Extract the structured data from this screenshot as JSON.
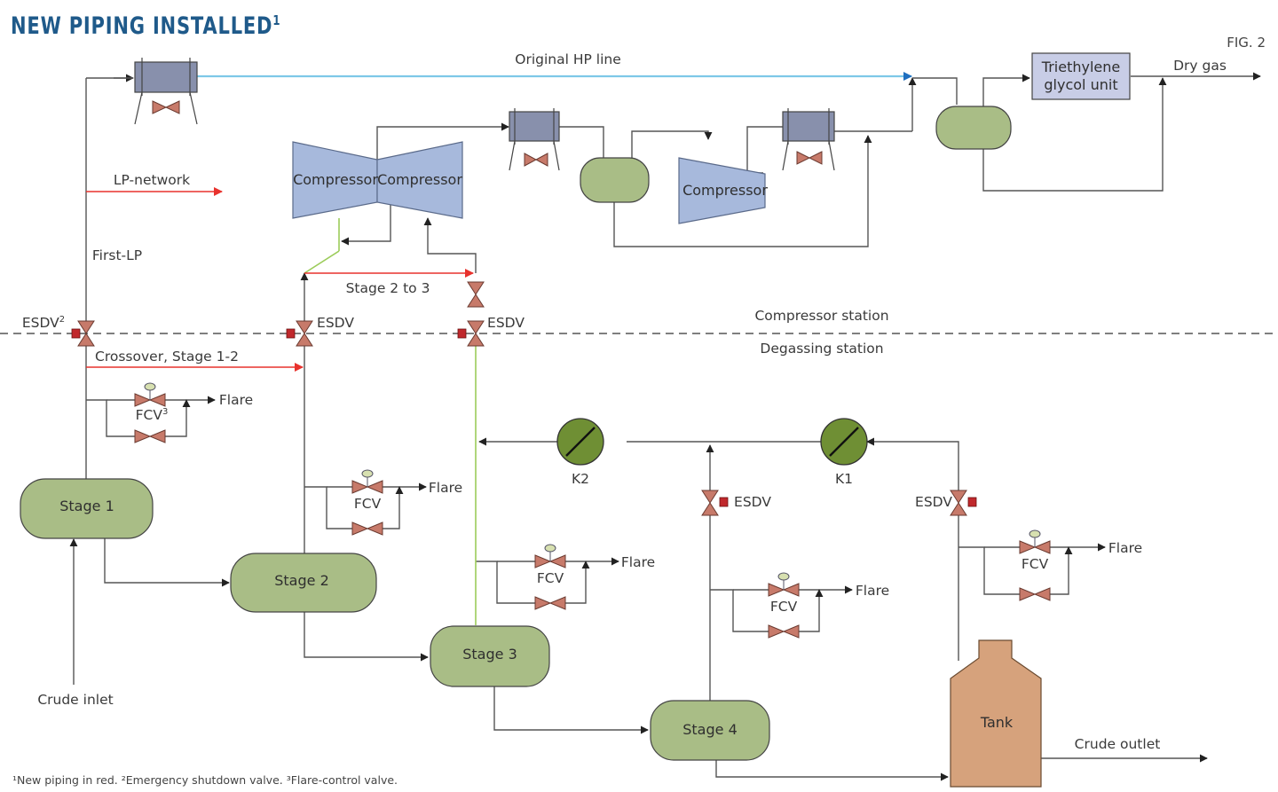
{
  "title": "NEW PIPING INSTALLED",
  "title_sup": "1",
  "fig_label": "FIG. 2",
  "footnote": "¹New piping in red. ²Emergency shutdown valve. ³Flare-control valve.",
  "labels": {
    "original_hp_line": "Original HP line",
    "dry_gas": "Dry gas",
    "teg_line1": "Triethylene",
    "teg_line2": "glycol unit",
    "lp_network": "LP-network",
    "first_lp": "First-LP",
    "stage_2_to_3": "Stage 2 to 3",
    "compressor_station": "Compressor station",
    "degassing_station": "Degassing station",
    "crossover": "Crossover, Stage 1-2",
    "flare": "Flare",
    "fcv": "FCV",
    "fcv_sup": "3",
    "esdv": "ESDV",
    "esdv_sup": "2",
    "k1": "K1",
    "k2": "K2",
    "crude_inlet": "Crude inlet",
    "crude_outlet": "Crude outlet"
  },
  "equipment": {
    "compressor_a": "Compressor",
    "compressor_b": "Compressor",
    "compressor_c": "Compressor",
    "stage1": "Stage 1",
    "stage2": "Stage 2",
    "stage3": "Stage 3",
    "stage4": "Stage 4",
    "tank": "Tank"
  },
  "colors": {
    "line": "#555555",
    "new_piping": "#e8322d",
    "hp_line": "#7ec8e8",
    "green_line": "#9ccc5a",
    "vessel": "#a9bd86",
    "compressor": "#a7b9dc",
    "teg_unit": "#c8cde6",
    "exchanger": "#8890ac",
    "valve": "#c77a6a",
    "esdv_square": "#c0282c",
    "tank": "#d6a27c",
    "cooler": "#6f8f34",
    "title": "#1f5a8a"
  }
}
